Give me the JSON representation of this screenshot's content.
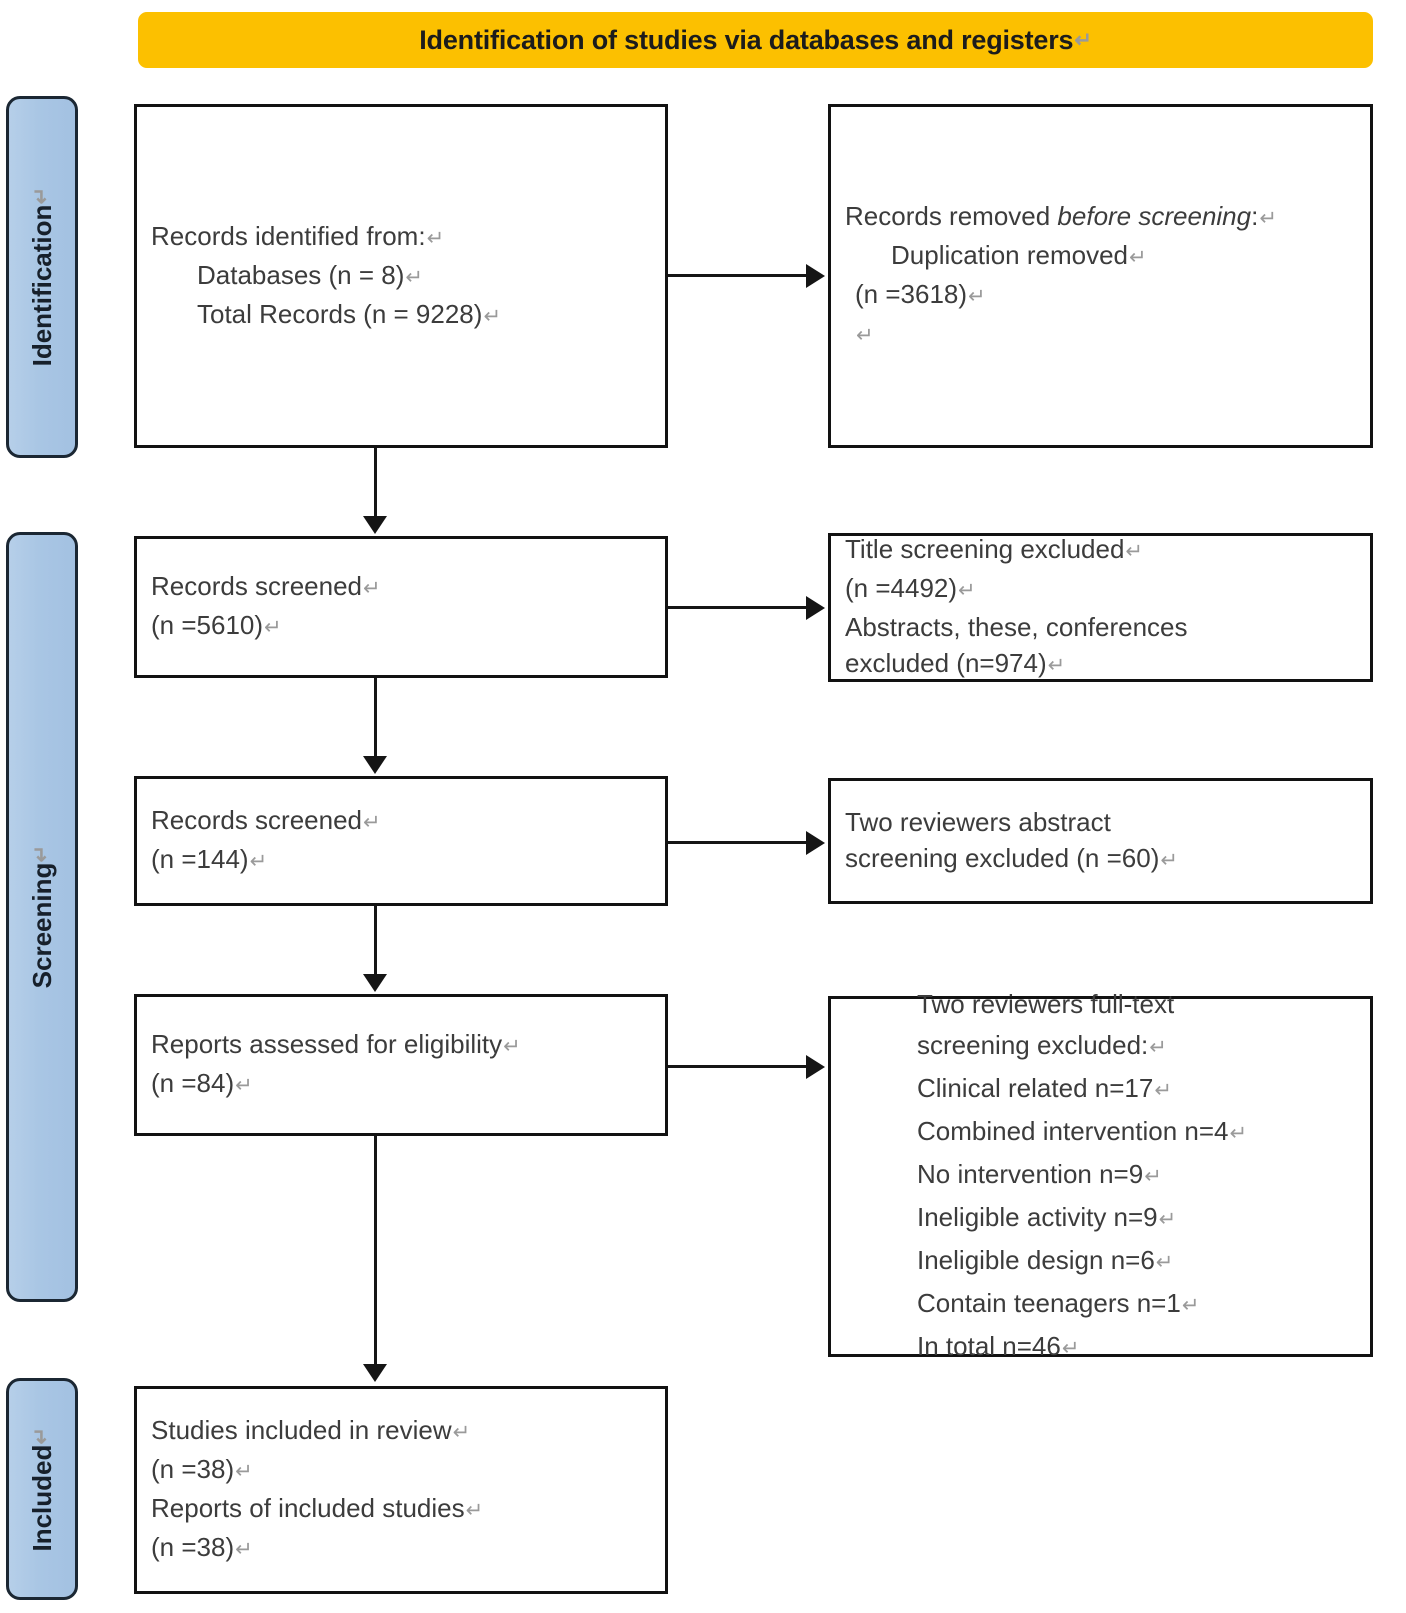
{
  "banner": {
    "title": "Identification of studies via databases and registers",
    "pilcrow": "↵",
    "color": "#FCC000"
  },
  "stages": [
    {
      "id": "identification",
      "label": "Identification",
      "pilcrow": "↵",
      "color": "#A9C6E4"
    },
    {
      "id": "screening",
      "label": "Screening",
      "pilcrow": "↵",
      "color": "#A9C6E4"
    },
    {
      "id": "included",
      "label": "Included",
      "pilcrow": "↵",
      "color": "#A9C6E4"
    }
  ],
  "boxes": {
    "identified": {
      "lines": [
        "Records identified from:",
        "Databases (n = 8)",
        "Total Records (n = 9228)"
      ]
    },
    "removed": {
      "title_italic": "before screening",
      "title_lead": "Records removed ",
      "title_tail": ":",
      "lines": [
        "Duplication removed",
        "(n =3618)",
        ""
      ]
    },
    "screened_1": {
      "lines": [
        "Records screened",
        "(n =5610)"
      ]
    },
    "excluded_1": {
      "lines": [
        "Title screening excluded",
        "(n =4492)",
        "Abstracts, these, conferences",
        "excluded (n=974)"
      ]
    },
    "screened_2": {
      "lines": [
        "Records screened",
        "(n =144)"
      ]
    },
    "excluded_2": {
      "lines": [
        "Two reviewers abstract",
        "screening excluded (n =60)"
      ]
    },
    "eligibility": {
      "lines": [
        "Reports assessed for eligibility",
        "(n =84)"
      ]
    },
    "excluded_3": {
      "lines": [
        "Two reviewers full-text",
        "screening excluded:",
        " Clinical related n=17",
        "Combined intervention n=4",
        "No intervention n=9",
        "Ineligible activity n=9",
        "Ineligible design n=6",
        "Contain teenagers n=1",
        "In total n=46"
      ]
    },
    "included": {
      "lines": [
        "Studies included in review",
        "(n =38)",
        "Reports of included studies",
        "(n =38)"
      ]
    }
  },
  "symbols": {
    "pilcrow": "↵"
  }
}
